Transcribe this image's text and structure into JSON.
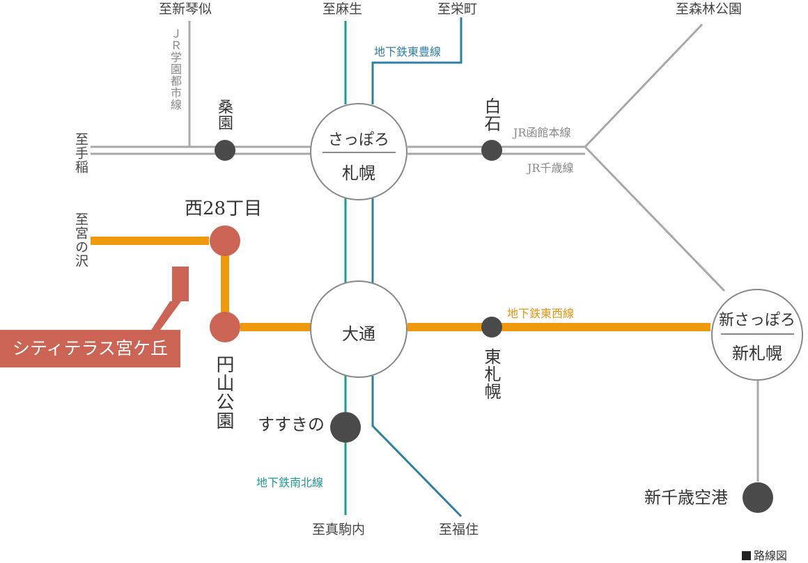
{
  "directions": {
    "shinkotoni": "至新琴似",
    "asabu": "至麻生",
    "sakaemachi": "至栄町",
    "shinrinkoen": "至森林公園",
    "teine": "至手稲",
    "miyanosawa": "至宮の沢",
    "makomanai": "至真駒内",
    "fukuzumi": "至福住"
  },
  "lines": {
    "jr_gakuen_toshi": "ＪＲ学園都市線",
    "toho": "地下鉄東豊線",
    "jr_hakodate": "JR函館本線",
    "jr_chitose": "JR千歳線",
    "tozai": "地下鉄東西線",
    "nanboku": "地下鉄南北線"
  },
  "stations": {
    "soen": "桑園",
    "shiroishi": "白石",
    "sapporo_kana": "さっぽろ",
    "sapporo": "札幌",
    "nishi28": "西28丁目",
    "odori": "大通",
    "higashi_sapporo": "東札幌",
    "shin_sapporo_kana": "新さっぽろ",
    "shin_sapporo": "新札幌",
    "maruyama": "円山公園",
    "susukino": "すすきの",
    "new_chitose": "新千歳空港"
  },
  "property": "シティテラス宮ケ丘",
  "legend": "路線図",
  "colors": {
    "nanboku": "#1f9a8e",
    "toho": "#2e7fa3",
    "tozai": "#ee9a0c",
    "jr": "#a8a8a8",
    "station_dot": "#4a4a4a",
    "highlight_station": "#cc6455"
  }
}
